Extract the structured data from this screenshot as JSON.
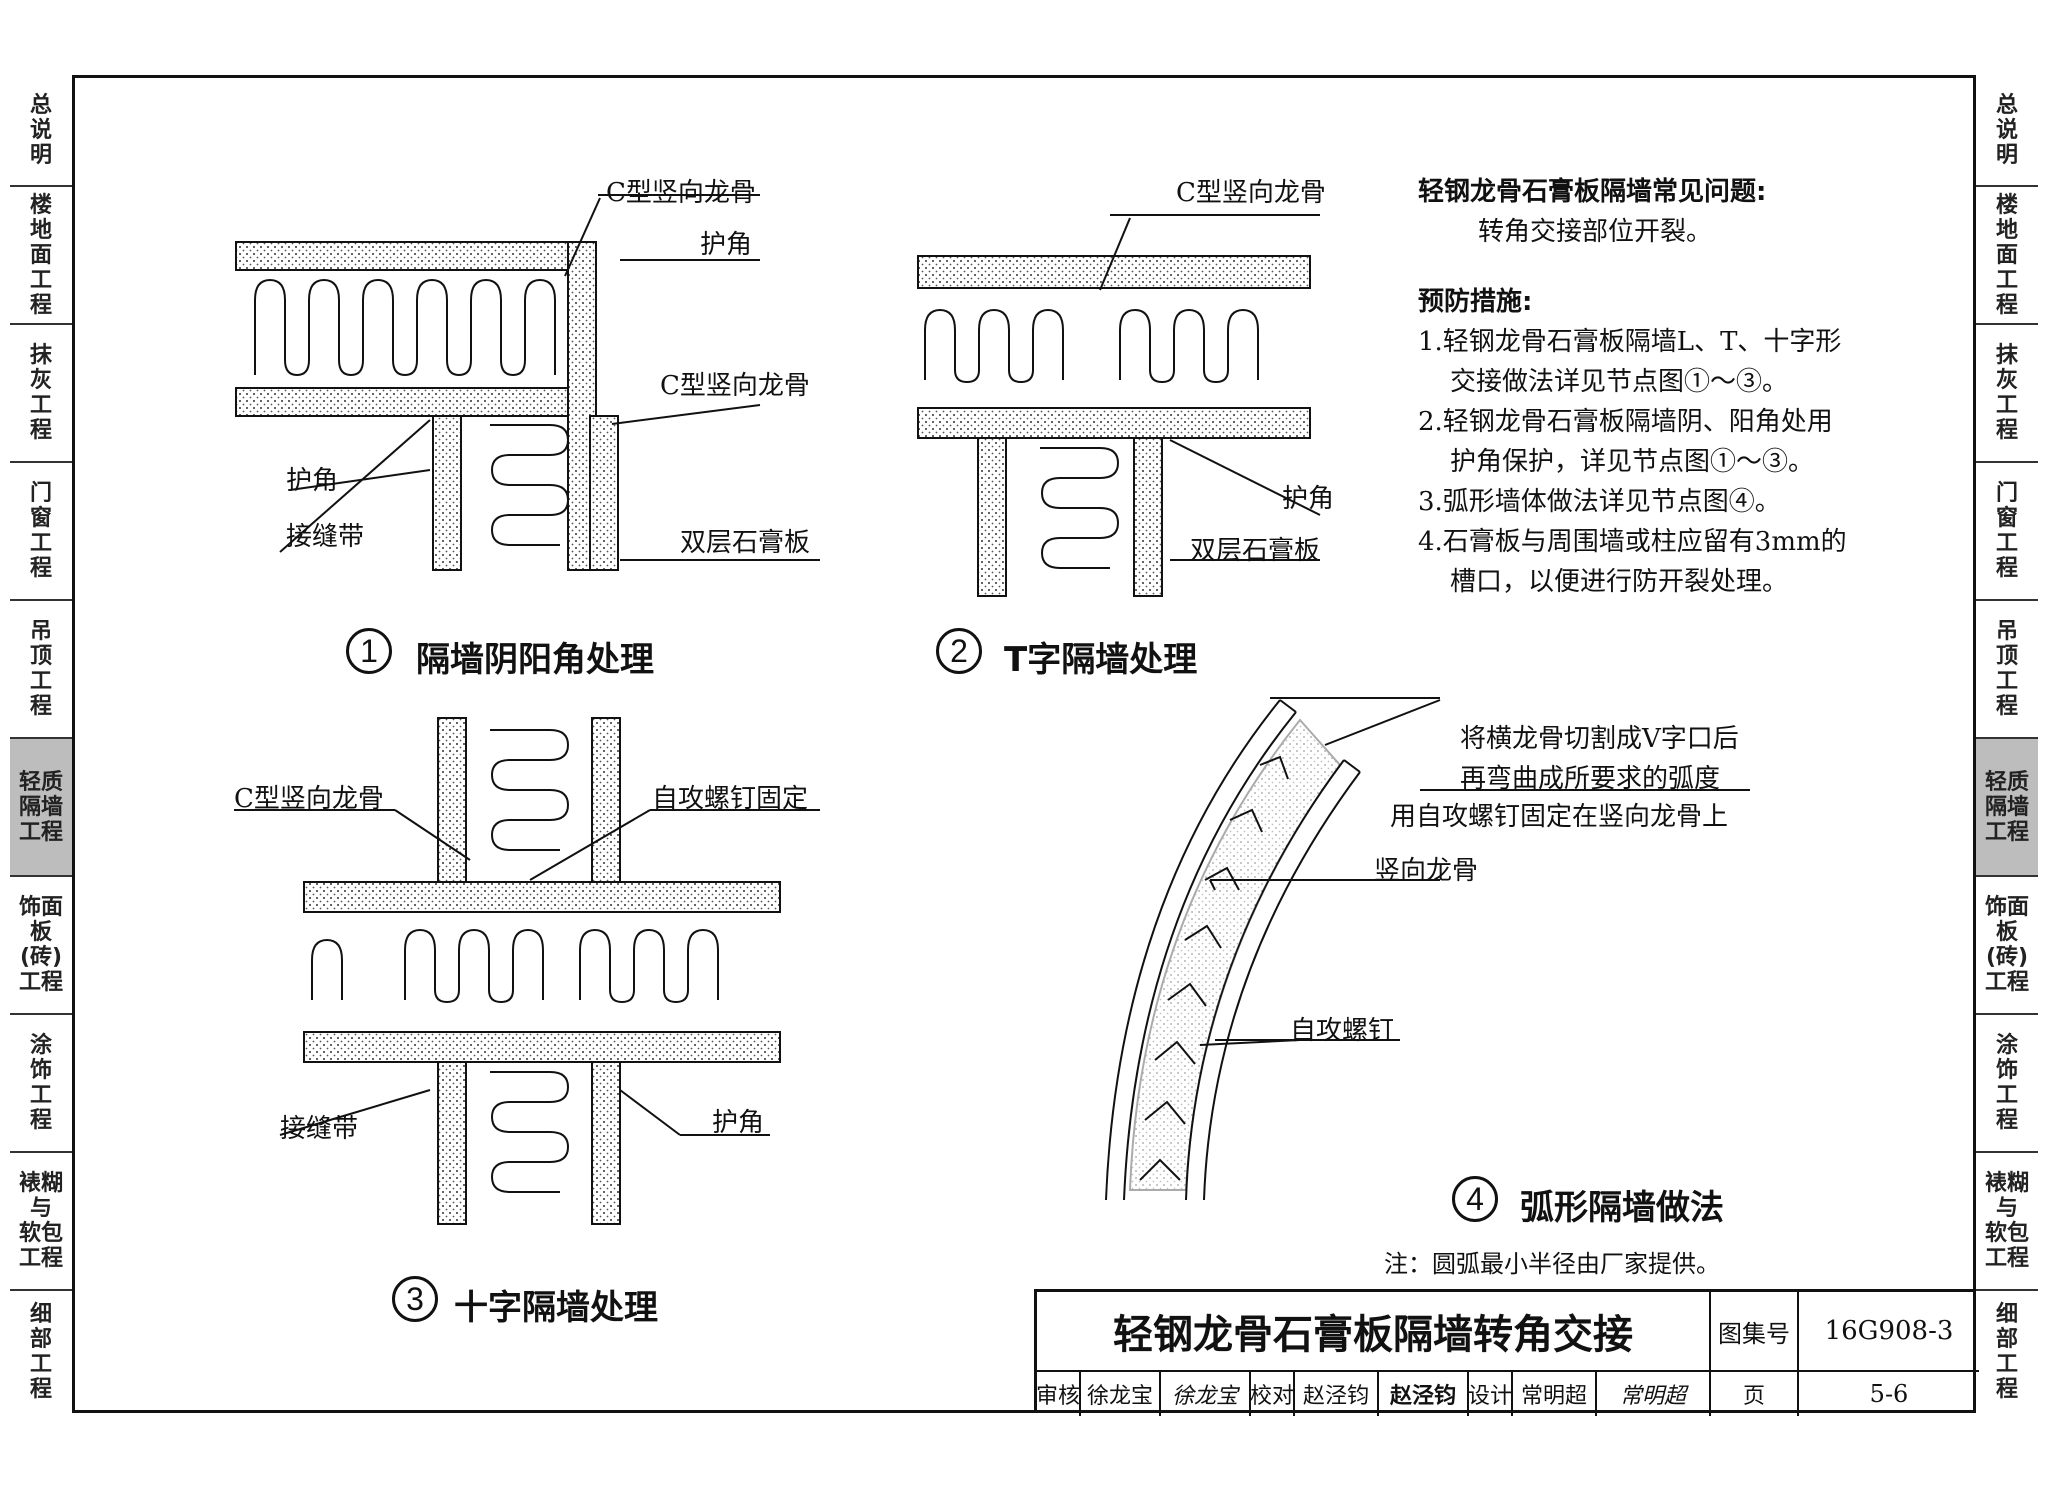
{
  "sidebar": {
    "items": [
      {
        "label": "总\n说\n明"
      },
      {
        "label": "楼\n地\n面\n工\n程"
      },
      {
        "label": "抹\n灰\n工\n程"
      },
      {
        "label": "门\n窗\n工\n程"
      },
      {
        "label": "吊\n顶\n工\n程"
      },
      {
        "label": "轻质\n隔墙\n工程",
        "active": true
      },
      {
        "label": "饰面\n板(砖)\n工程"
      },
      {
        "label": "涂\n饰\n工\n程"
      },
      {
        "label": "裱糊\n与\n软包\n工程"
      },
      {
        "label": "细\n部\n工\n程"
      }
    ]
  },
  "details": {
    "d1": {
      "num": "1",
      "title": "隔墙阴阳角处理",
      "labels": {
        "c_stud_top": "C型竖向龙骨",
        "corner_top": "护角",
        "c_stud_mid": "C型竖向龙骨",
        "corner_left": "护角",
        "joint_tape": "接缝带",
        "double_board": "双层石膏板"
      }
    },
    "d2": {
      "num": "2",
      "title": "T字隔墙处理",
      "labels": {
        "c_stud": "C型竖向龙骨",
        "corner": "护角",
        "double_board": "双层石膏板"
      }
    },
    "d3": {
      "num": "3",
      "title": "十字隔墙处理",
      "labels": {
        "c_stud": "C型竖向龙骨",
        "screw_fix": "自攻螺钉固定",
        "joint_tape": "接缝带",
        "corner": "护角"
      }
    },
    "d4": {
      "num": "4",
      "title": "弧形隔墙做法",
      "labels": {
        "cut_1": "将横龙骨切割成V字口后",
        "cut_2": "再弯曲成所要求的弧度",
        "cut_3": "用自攻螺钉固定在竖向龙骨上",
        "stud": "竖向龙骨",
        "screw": "自攻螺钉"
      },
      "note": "注：圆弧最小半径由厂家提供。"
    }
  },
  "notes": {
    "heading": "轻钢龙骨石膏板隔墙常见问题:",
    "problem": "转角交接部位开裂。",
    "measures_heading": "预防措施:",
    "m1a": "1.轻钢龙骨石膏板隔墙L、T、十字形",
    "m1b": "交接做法详见节点图①～③。",
    "m2a": "2.轻钢龙骨石膏板隔墙阴、阳角处用",
    "m2b": "护角保护，详见节点图①～③。",
    "m3": "3.弧形墙体做法详见节点图④。",
    "m4a": "4.石膏板与周围墙或柱应留有3mm的",
    "m4b": "槽口，以便进行防开裂处理。"
  },
  "title_block": {
    "title": "轻钢龙骨石膏板隔墙转角交接",
    "atlas_label": "图集号",
    "atlas_no": "16G908-3",
    "review_label": "审核",
    "reviewer": "徐龙宝",
    "review_sign": "徐龙宝",
    "check_label": "校对",
    "checker": "赵泾钧",
    "check_sign": "赵泾钧",
    "design_label": "设计",
    "designer": "常明超",
    "design_sign": "常明超",
    "page_label": "页",
    "page": "5-6"
  }
}
